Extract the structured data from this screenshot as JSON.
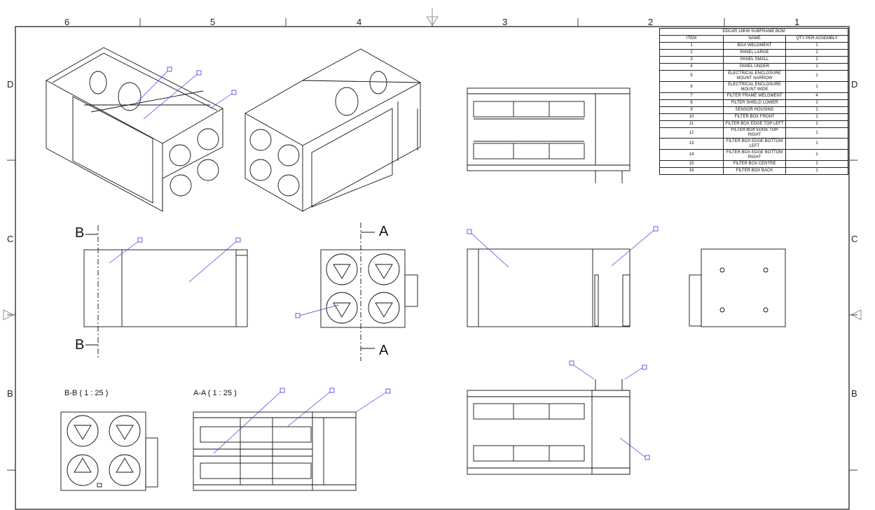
{
  "zones_top": [
    "6",
    "5",
    "4",
    "3",
    "2",
    "1"
  ],
  "zones_side": [
    "D",
    "C",
    "B"
  ],
  "bom": {
    "title": "EDCAR 18KW SUBFRAME BOM",
    "headers": [
      "ITEM",
      "NAME",
      "QTY PER ASSEMBLY"
    ],
    "rows": [
      {
        "item": "1",
        "name": "BOX WELDMENT",
        "qty": "1"
      },
      {
        "item": "2",
        "name": "PANEL LARGE",
        "qty": "2"
      },
      {
        "item": "3",
        "name": "PANEL SMALL",
        "qty": "2"
      },
      {
        "item": "4",
        "name": "PANEL UNDER",
        "qty": "1"
      },
      {
        "item": "5",
        "name": "ELECTRICAL ENCLOSURE MOUNT NARROW",
        "qty": "1"
      },
      {
        "item": "6",
        "name": "ELECTRICAL ENCLOSURE MOUNT WIDE",
        "qty": "1"
      },
      {
        "item": "7",
        "name": "FILTER FRAME WELDMENT",
        "qty": "4"
      },
      {
        "item": "8",
        "name": "FILTER SHIELD LOWER",
        "qty": "2"
      },
      {
        "item": "9",
        "name": "SENSOR HOUSING",
        "qty": "1"
      },
      {
        "item": "10",
        "name": "FILTER BOX FRONT",
        "qty": "1"
      },
      {
        "item": "11",
        "name": "FILTER BOX EDGE TOP LEFT",
        "qty": "1"
      },
      {
        "item": "12",
        "name": "FILTER BOX EDGE TOP  RIGHT",
        "qty": "1"
      },
      {
        "item": "13",
        "name": "FILTER BOX EDGE BOTTOM LEFT",
        "qty": "1"
      },
      {
        "item": "14",
        "name": "FILTER BOX EDGE BOTTOM RIGHT",
        "qty": "1"
      },
      {
        "item": "15",
        "name": "FILTER BOX CENTRE",
        "qty": "1"
      },
      {
        "item": "16",
        "name": "FILTER BOX BACK",
        "qty": "1"
      }
    ]
  },
  "section_labels": {
    "b_top": "B",
    "b_bottom": "B",
    "a_top": "A",
    "a_bottom": "A",
    "view_bb": "B-B ( 1 : 25 )",
    "view_aa": "A-A ( 1 : 25 )"
  }
}
